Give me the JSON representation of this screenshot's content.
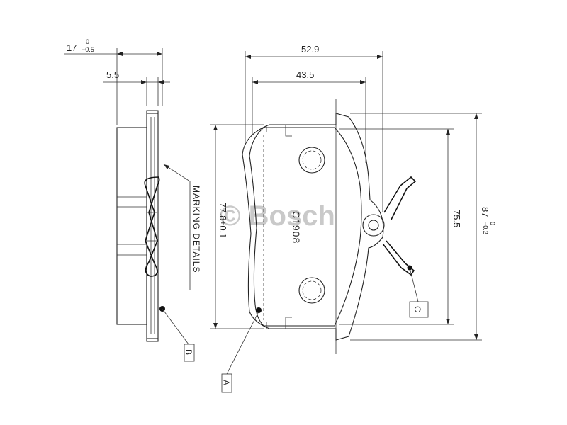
{
  "dimensions": {
    "total_thickness": "17",
    "total_thickness_tol_upper": "0",
    "total_thickness_tol_lower": "−0.5",
    "plate_thickness": "5.5",
    "width_outer": "52.9",
    "width_inner": "43.5",
    "height_lining": "77.8±0.1",
    "height_inner": "75.5",
    "height_total": "87",
    "height_total_tol_upper": "0",
    "height_total_tol_lower": "−0.2"
  },
  "annotations": {
    "marking_details": "MARKING DETAILS",
    "code": "C1908",
    "label_a": "A",
    "label_b": "B",
    "label_c": "C"
  },
  "watermark": "© Bosch",
  "colors": {
    "line": "#222222",
    "watermark": "#c9c9c9",
    "background": "#ffffff"
  }
}
